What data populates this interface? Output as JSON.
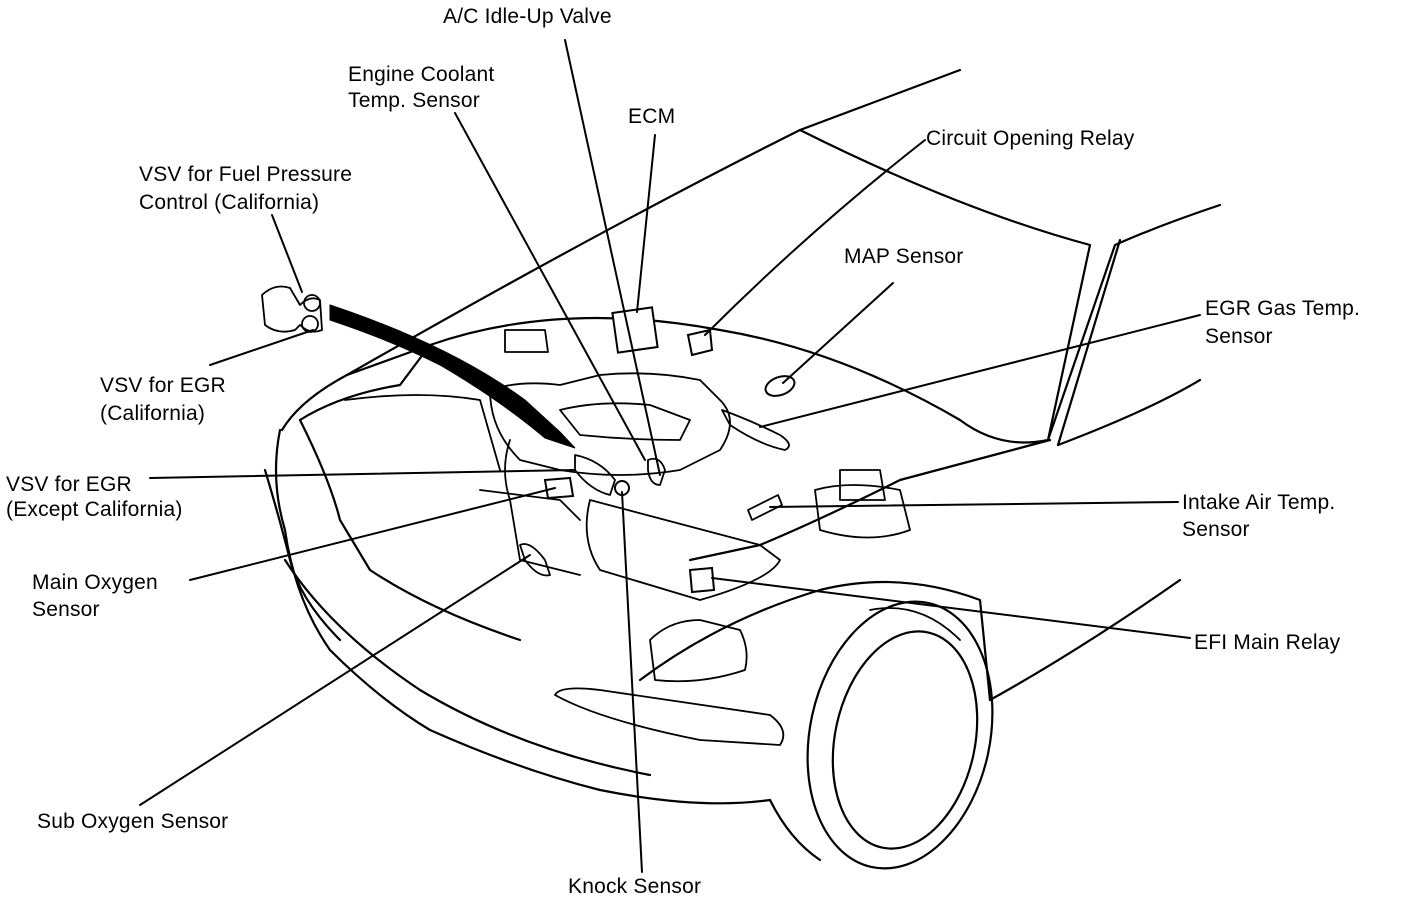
{
  "labels": {
    "ac_idle_up_valve": "A/C Idle-Up Valve",
    "engine_coolant_temp_1": "Engine Coolant",
    "engine_coolant_temp_2": "Temp. Sensor",
    "ecm": "ECM",
    "circuit_opening_relay": "Circuit Opening Relay",
    "vsv_fuel_pressure_1": "VSV for Fuel Pressure",
    "vsv_fuel_pressure_2": "Control (California)",
    "map_sensor": "MAP Sensor",
    "egr_gas_temp_1": "EGR Gas Temp.",
    "egr_gas_temp_2": "Sensor",
    "vsv_egr_ca_1": "VSV for EGR",
    "vsv_egr_ca_2": "(California)",
    "vsv_egr_exc_1": "VSV for EGR",
    "vsv_egr_exc_2": "(Except California)",
    "intake_air_temp_1": "Intake Air Temp.",
    "intake_air_temp_2": "Sensor",
    "main_oxygen_1": "Main Oxygen",
    "main_oxygen_2": "Sensor",
    "efi_main_relay": "EFI Main Relay",
    "sub_oxygen_sensor": "Sub Oxygen Sensor",
    "knock_sensor": "Knock Sensor"
  }
}
